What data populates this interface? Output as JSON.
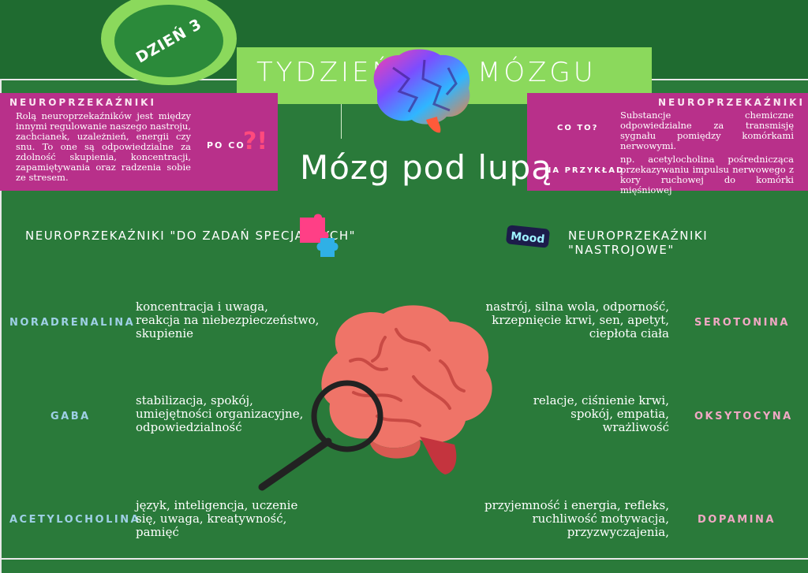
{
  "header": {
    "day_badge": "DZIEŃ 3",
    "banner_left": "TYDZIEŃ",
    "banner_right": "MÓZGU"
  },
  "left_box": {
    "title": "NEUROPRZEKAŹNIKI",
    "text": "Rolą neuroprzekaźników jest między innymi regulowanie naszego nastroju, zachcianek, uzależnień, energii czy snu. To one są odpowiedzialne za zdolność skupienia, koncentracji, zapamiętywania oraz radzenia sobie ze stresem.",
    "po_co": "PO CO",
    "qmarks": "?!"
  },
  "right_box": {
    "title": "NEUROPRZEKAŹNIKI",
    "co_to": "CO TO?",
    "definition": "Substancje chemiczne odpowiedzialne za transmisję sygnału pomiędzy komórkami nerwowymi.",
    "na_przyklad": "NA PRZYKŁAD",
    "example": "np. acetylocholina pośrednicząca przekazywaniu impulsu nerwowego z kory ruchowej do komórki mięśniowej"
  },
  "main_title": "Mózg pod lupą",
  "sections": {
    "left_head": "NEUROPRZEKAŹNIKI \"DO ZADAŃ SPECJALNYCH\"",
    "right_head": "NEUROPRZEKAŹNIKI \"NASTROJOWE\"",
    "mood_sticker": "Mood"
  },
  "left_items": [
    {
      "name": "NORADRENALINA",
      "desc_lines": [
        "koncentracja i uwaga,",
        "reakcja na niebezpieczeństwo,",
        "skupienie"
      ]
    },
    {
      "name": "GABA",
      "desc_lines": [
        "stabilizacja, spokój,",
        "umiejętności organizacyjne,",
        "odpowiedzialność"
      ]
    },
    {
      "name": "ACETYLOCHOLINA",
      "desc_lines": [
        "język, inteligencja, uczenie",
        "się, uwaga, kreatywność,",
        "pamięć"
      ]
    }
  ],
  "right_items": [
    {
      "name": "SEROTONINA",
      "desc_lines": [
        "nastrój, silna wola, odporność,",
        "krzepnięcie krwi, sen, apetyt,",
        "ciepłota ciała"
      ]
    },
    {
      "name": "OKSYTOCYNA",
      "desc_lines": [
        "relacje, ciśnienie krwi,",
        "spokój, empatia,",
        "wrażliwość"
      ]
    },
    {
      "name": "DOPAMINA",
      "desc_lines": [
        "przyjemność i energia, refleks,",
        "ruchliwość motywacja,",
        "przyzwyczajenia,"
      ]
    }
  ],
  "colors": {
    "background": "#2a7a3a",
    "banner_green": "#8bd95c",
    "pink": "#b8308a",
    "left_names": "#9fd0e6",
    "right_names": "#f0a8c4"
  }
}
